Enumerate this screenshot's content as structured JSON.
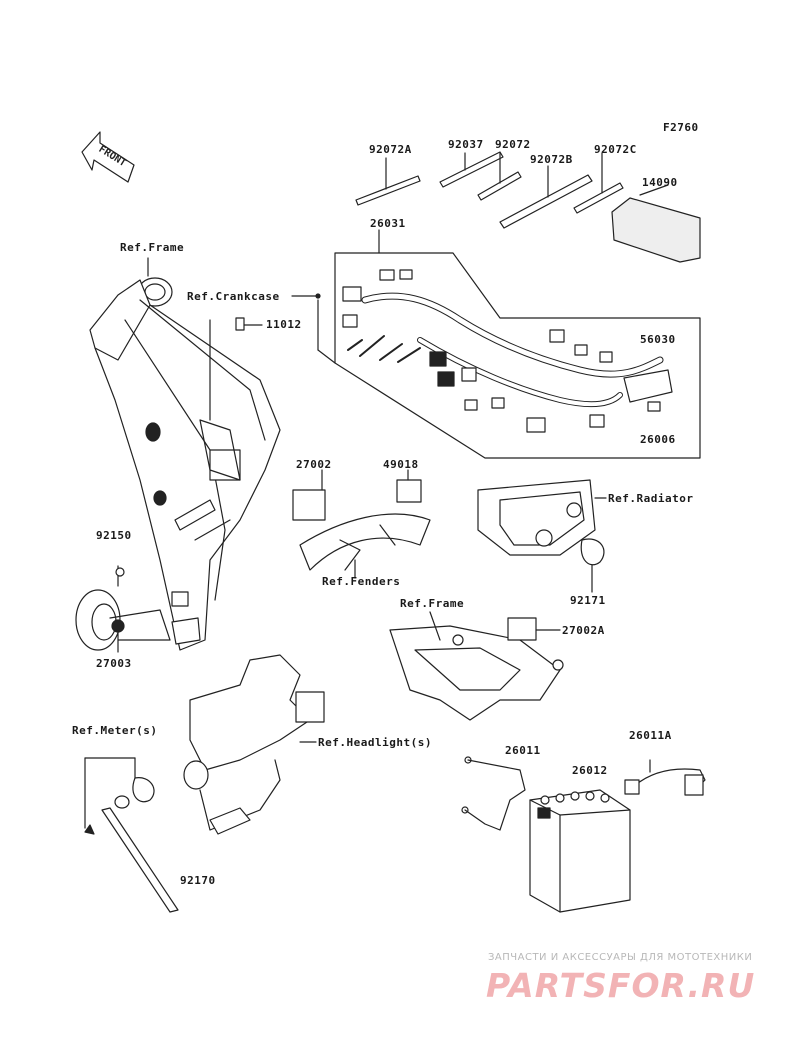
{
  "figure_code": "F2760",
  "front_label": "FRONT",
  "labels": {
    "p92072A": "92072A",
    "p92037": "92037",
    "p92072": "92072",
    "p92072B": "92072B",
    "p92072C": "92072C",
    "p14090": "14090",
    "p26031": "26031",
    "ref_frame_top": "Ref.Frame",
    "ref_crankcase": "Ref.Crankcase",
    "p11012": "11012",
    "p56030": "56030",
    "p26006": "26006",
    "p27002": "27002",
    "p49018": "49018",
    "ref_radiator": "Ref.Radiator",
    "p92150": "92150",
    "ref_fenders": "Ref.Fenders",
    "p92171": "92171",
    "ref_frame_mid": "Ref.Frame",
    "p27002A": "27002A",
    "p27003": "27003",
    "ref_meter": "Ref.Meter(s)",
    "ref_headlight": "Ref.Headlight(s)",
    "p26011": "26011",
    "p26011A": "26011A",
    "p26012": "26012",
    "p92170": "92170"
  },
  "watermark": {
    "tagline": "ЗАПЧАСТИ И АКСЕССУАРЫ ДЛЯ МОТОТЕХНИКИ",
    "brand": "PARTSFOR.RU"
  }
}
